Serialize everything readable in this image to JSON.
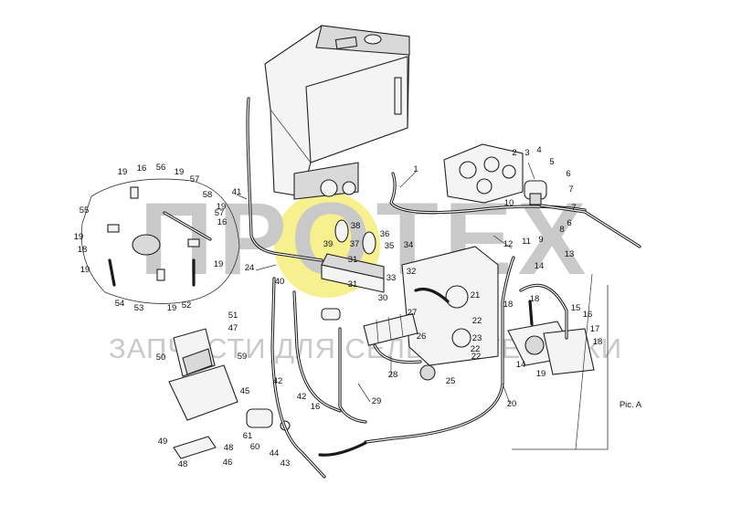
{
  "watermark": {
    "brand": "ПРОТЕХ",
    "subtitle": "ЗАПЧАСТИ ДЛЯ СЕЛЬХОЗТЕХНИКИ",
    "logo_color": "#f5ef7a",
    "text_color": "#c9c9c9"
  },
  "view_label": "Pic. A",
  "callouts": [
    {
      "id": "c1",
      "text": "1"
    },
    {
      "id": "c2",
      "text": "2"
    },
    {
      "id": "c3",
      "text": "3"
    },
    {
      "id": "c4",
      "text": "4"
    },
    {
      "id": "c5",
      "text": "5"
    },
    {
      "id": "c6a",
      "text": "6"
    },
    {
      "id": "c6b",
      "text": "6"
    },
    {
      "id": "c7a",
      "text": "7"
    },
    {
      "id": "c7b",
      "text": "7"
    },
    {
      "id": "c8",
      "text": "8"
    },
    {
      "id": "c9",
      "text": "9"
    },
    {
      "id": "c10",
      "text": "10"
    },
    {
      "id": "c11",
      "text": "11"
    },
    {
      "id": "c12",
      "text": "12"
    },
    {
      "id": "c13",
      "text": "13"
    },
    {
      "id": "c14a",
      "text": "14"
    },
    {
      "id": "c14b",
      "text": "14"
    },
    {
      "id": "c15",
      "text": "15"
    },
    {
      "id": "c16a",
      "text": "16"
    },
    {
      "id": "c16b",
      "text": "16"
    },
    {
      "id": "c16c",
      "text": "16"
    },
    {
      "id": "c16d",
      "text": "16"
    },
    {
      "id": "c17",
      "text": "17"
    },
    {
      "id": "c18a",
      "text": "18"
    },
    {
      "id": "c18b",
      "text": "18"
    },
    {
      "id": "c18c",
      "text": "18"
    },
    {
      "id": "c18d",
      "text": "18"
    },
    {
      "id": "c19a",
      "text": "19"
    },
    {
      "id": "c19b",
      "text": "19"
    },
    {
      "id": "c19c",
      "text": "19"
    },
    {
      "id": "c19d",
      "text": "19"
    },
    {
      "id": "c19e",
      "text": "19"
    },
    {
      "id": "c19f",
      "text": "19"
    },
    {
      "id": "c19g",
      "text": "19"
    },
    {
      "id": "c19h",
      "text": "19"
    },
    {
      "id": "c20",
      "text": "20"
    },
    {
      "id": "c21",
      "text": "21"
    },
    {
      "id": "c22a",
      "text": "22"
    },
    {
      "id": "c22b",
      "text": "22"
    },
    {
      "id": "c22c",
      "text": "22"
    },
    {
      "id": "c23",
      "text": "23"
    },
    {
      "id": "c24",
      "text": "24"
    },
    {
      "id": "c25",
      "text": "25"
    },
    {
      "id": "c26",
      "text": "26"
    },
    {
      "id": "c27",
      "text": "27"
    },
    {
      "id": "c28",
      "text": "28"
    },
    {
      "id": "c29",
      "text": "29"
    },
    {
      "id": "c30",
      "text": "30"
    },
    {
      "id": "c31a",
      "text": "31"
    },
    {
      "id": "c31b",
      "text": "31"
    },
    {
      "id": "c32",
      "text": "32"
    },
    {
      "id": "c33",
      "text": "33"
    },
    {
      "id": "c34",
      "text": "34"
    },
    {
      "id": "c35",
      "text": "35"
    },
    {
      "id": "c36",
      "text": "36"
    },
    {
      "id": "c37",
      "text": "37"
    },
    {
      "id": "c38",
      "text": "38"
    },
    {
      "id": "c39",
      "text": "39"
    },
    {
      "id": "c40",
      "text": "40"
    },
    {
      "id": "c41",
      "text": "41"
    },
    {
      "id": "c42a",
      "text": "42"
    },
    {
      "id": "c42b",
      "text": "42"
    },
    {
      "id": "c43",
      "text": "43"
    },
    {
      "id": "c44",
      "text": "44"
    },
    {
      "id": "c45",
      "text": "45"
    },
    {
      "id": "c46",
      "text": "46"
    },
    {
      "id": "c47",
      "text": "47"
    },
    {
      "id": "c48a",
      "text": "48"
    },
    {
      "id": "c48b",
      "text": "48"
    },
    {
      "id": "c49",
      "text": "49"
    },
    {
      "id": "c50",
      "text": "50"
    },
    {
      "id": "c51",
      "text": "51"
    },
    {
      "id": "c52",
      "text": "52"
    },
    {
      "id": "c53",
      "text": "53"
    },
    {
      "id": "c54",
      "text": "54"
    },
    {
      "id": "c55",
      "text": "55"
    },
    {
      "id": "c56",
      "text": "56"
    },
    {
      "id": "c57a",
      "text": "57"
    },
    {
      "id": "c57b",
      "text": "57"
    },
    {
      "id": "c58",
      "text": "58"
    },
    {
      "id": "c59",
      "text": "59"
    },
    {
      "id": "c60",
      "text": "60"
    },
    {
      "id": "c61",
      "text": "61"
    }
  ]
}
